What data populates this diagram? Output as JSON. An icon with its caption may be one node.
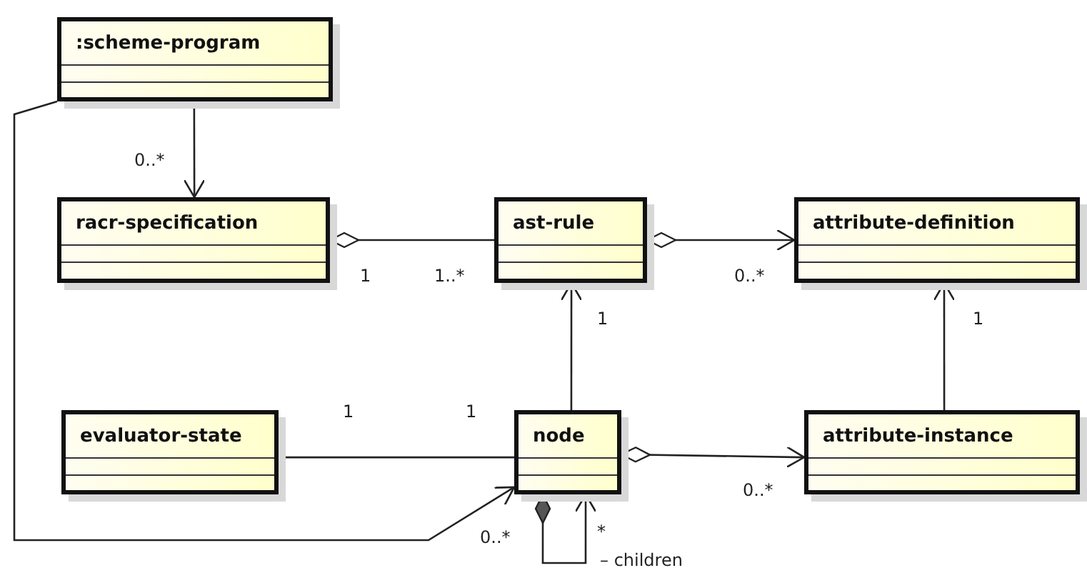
{
  "diagram": {
    "nodes": [
      {
        "text": [
          ":scheme-program"
        ]
      },
      {
        "text": [
          "racr-specification"
        ]
      },
      {
        "text": [
          "ast-rule"
        ]
      },
      {
        "text": [
          "attribute-definition"
        ]
      },
      {
        "text": [
          "evaluator-state"
        ]
      },
      {
        "text": [
          "node"
        ]
      },
      {
        "text": [
          "attribute-instance"
        ]
      }
    ],
    "edges": [
      {
        "from": 0,
        "to": 1,
        "arrow": "to"
      },
      {
        "from": 1,
        "to": 2,
        "arrow": "other"
      },
      {
        "from": 2,
        "to": 3,
        "arrow": "to"
      },
      {
        "from": 5,
        "to": 2,
        "arrow": "to"
      },
      {
        "from": 6,
        "to": 3,
        "arrow": "to"
      },
      {
        "from": 4,
        "to": 5,
        "arrow": "none"
      },
      {
        "from": 5,
        "to": 6,
        "arrow": "to"
      },
      {
        "from": 0,
        "to": 5,
        "arrow": "to"
      },
      {
        "from": 5,
        "to": 5,
        "arrow": "to"
      }
    ],
    "labels": [
      "0..*",
      "1",
      "1..*",
      "0..*",
      "1",
      "1",
      "1",
      "1",
      "0..*",
      "0..*",
      "*",
      "– children"
    ]
  }
}
